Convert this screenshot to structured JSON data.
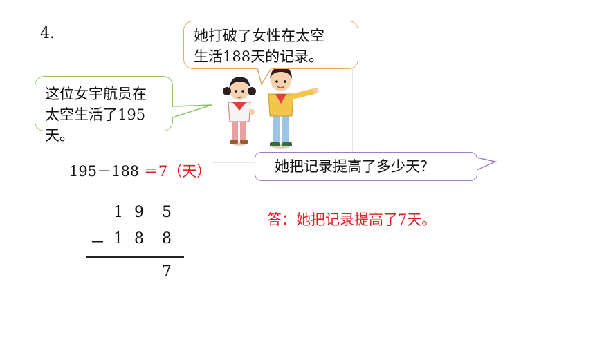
{
  "problem_number": "4.",
  "bubble_top": {
    "line1": "她打破了女性在太空",
    "line2": "生活188天的记录。"
  },
  "bubble_left": {
    "line1": "这位女宇航员在",
    "line2": "太空生活了195天。"
  },
  "question": "她把记录提高了多少天？",
  "equation": {
    "expression": "195－188",
    "result": "＝7（天）"
  },
  "vertical_calc": {
    "row1": [
      "1",
      "9",
      "5"
    ],
    "operator": "－",
    "row2": [
      "1",
      "8",
      "8"
    ],
    "result": "7"
  },
  "answer": "答：她把记录提高了7天。",
  "colors": {
    "answer_red": "#e02020",
    "bubble_orange": "#e8a868",
    "bubble_green": "#8cc46a",
    "bubble_purple": "#9b7dc2"
  }
}
